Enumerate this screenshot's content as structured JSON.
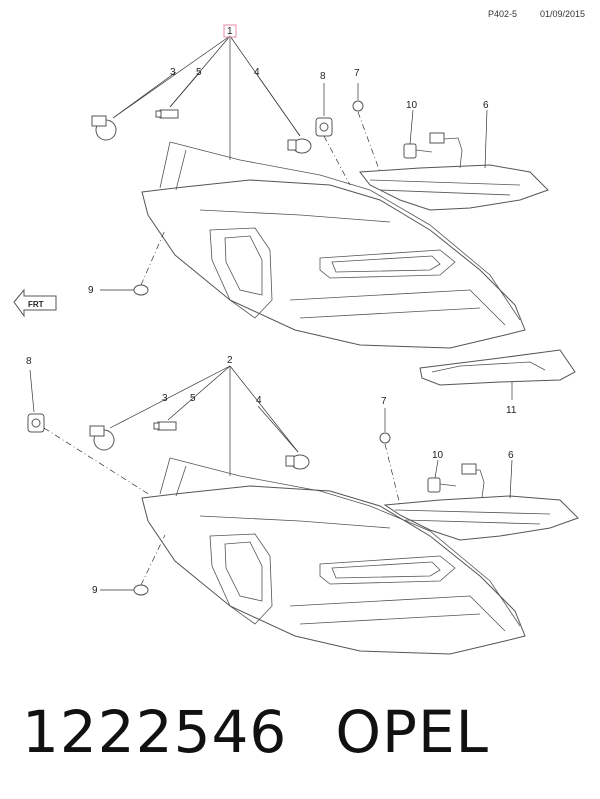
{
  "header": {
    "ref": "P402-5",
    "date": "01/09/2015"
  },
  "callouts": {
    "c1": "1",
    "c2": "2",
    "c3a": "3",
    "c3b": "3",
    "c4a": "4",
    "c4b": "4",
    "c5a": "5",
    "c5b": "5",
    "c6a": "6",
    "c6b": "6",
    "c7a": "7",
    "c7b": "7",
    "c8a": "8",
    "c8b": "8",
    "c9a": "9",
    "c9b": "9",
    "c10a": "10",
    "c10b": "10",
    "c11": "11"
  },
  "direction_label": "FRT",
  "footer": {
    "part_number": "1222546",
    "brand": "OPEL"
  },
  "colors": {
    "highlight_box": "#e8a0b0",
    "line": "#555555"
  }
}
